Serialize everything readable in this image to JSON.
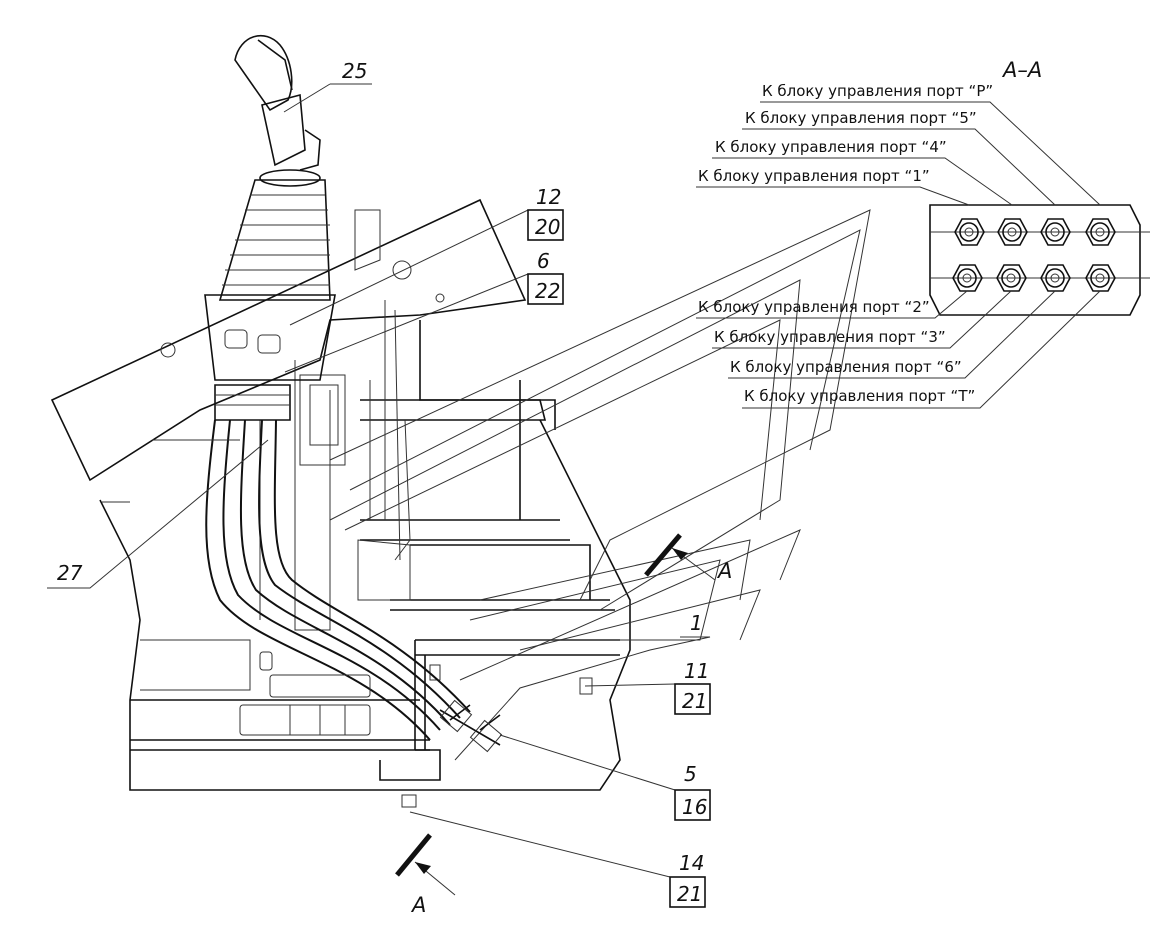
{
  "section_title": "А–А",
  "section_marks": [
    "А",
    "А"
  ],
  "port_labels_upper": [
    "К блоку управления порт  “Р”",
    "К блоку управления порт  “5”",
    "К блоку управления порт  “4”",
    "К блоку управления порт  “1”"
  ],
  "port_labels_lower": [
    "К блоку управления порт  “2”",
    "К блоку управления порт  “3”",
    "К блоку управления порт  “6”",
    "К блоку управления порт  “Т”"
  ],
  "callouts": {
    "c25": "25",
    "c12": "12",
    "c20": "20",
    "c6": "6",
    "c22": "22",
    "c27": "27",
    "c1": "1",
    "c11": "11",
    "c21a": "21",
    "c5": "5",
    "c16": "16",
    "c14": "14",
    "c21b": "21"
  },
  "colors": {
    "line": "#111111",
    "background": "#ffffff"
  }
}
